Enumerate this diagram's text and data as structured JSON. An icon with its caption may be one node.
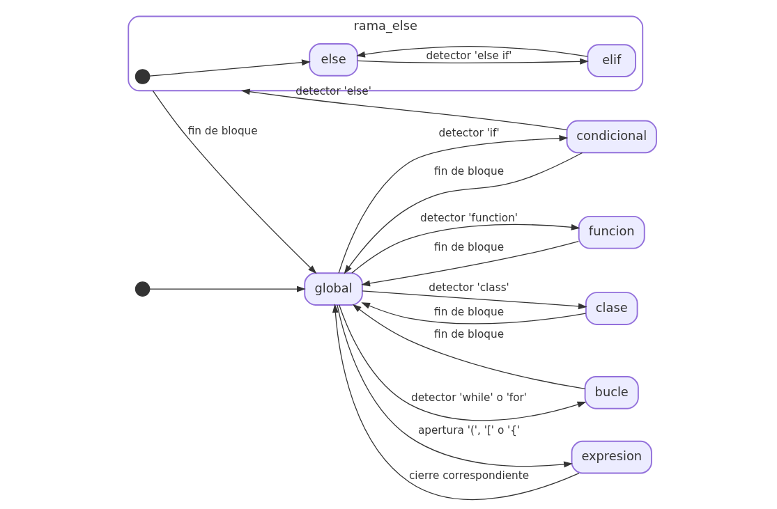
{
  "diagram": {
    "nodes": [
      {
        "text": [],
        "shape": "circle"
      },
      {
        "text": [
          "global"
        ]
      },
      {
        "text": [
          "funcion"
        ]
      },
      {
        "text": [
          "clase"
        ]
      },
      {
        "text": [
          "condicional"
        ]
      },
      {
        "text": [
          "bucle"
        ]
      },
      {
        "text": [
          "expresion"
        ]
      },
      {
        "text": [
          "rama_else"
        ]
      },
      {
        "text": [],
        "shape": "circle",
        "in": 7
      },
      {
        "text": [
          "else"
        ],
        "in": 7
      },
      {
        "text": [
          "elif"
        ],
        "in": 7
      }
    ],
    "edges": [
      {
        "from": 0,
        "to": 1,
        "arrow": "to"
      },
      {
        "from": 1,
        "to": 2,
        "arrow": "to",
        "label": "detector 'function'"
      },
      {
        "from": 2,
        "to": 1,
        "arrow": "to",
        "label": "fin de bloque"
      },
      {
        "from": 1,
        "to": 3,
        "arrow": "to",
        "label": "detector 'class'"
      },
      {
        "from": 3,
        "to": 1,
        "arrow": "to",
        "label": "fin de bloque"
      },
      {
        "from": 1,
        "to": 4,
        "arrow": "to",
        "label": "detector 'if'"
      },
      {
        "from": 4,
        "to": 1,
        "arrow": "to",
        "label": "fin de bloque"
      },
      {
        "from": 1,
        "to": 5,
        "arrow": "to",
        "label": "detector 'while' o 'for'"
      },
      {
        "from": 5,
        "to": 1,
        "arrow": "to",
        "label": "fin de bloque"
      },
      {
        "from": 1,
        "to": 6,
        "arrow": "to",
        "label": "apertura '(', '[' o '{'"
      },
      {
        "from": 6,
        "to": 1,
        "arrow": "to",
        "label": "cierre correspondiente"
      },
      {
        "from": 4,
        "to": 7,
        "arrow": "to",
        "label": "detector 'else'"
      },
      {
        "from": 7,
        "to": 1,
        "arrow": "to",
        "label": "fin de bloque"
      },
      {
        "from": 8,
        "to": 9,
        "arrow": "to"
      },
      {
        "from": 9,
        "to": 10,
        "arrow": "to",
        "label": "detector 'else if'"
      },
      {
        "from": 10,
        "to": 9,
        "arrow": "to"
      }
    ]
  }
}
